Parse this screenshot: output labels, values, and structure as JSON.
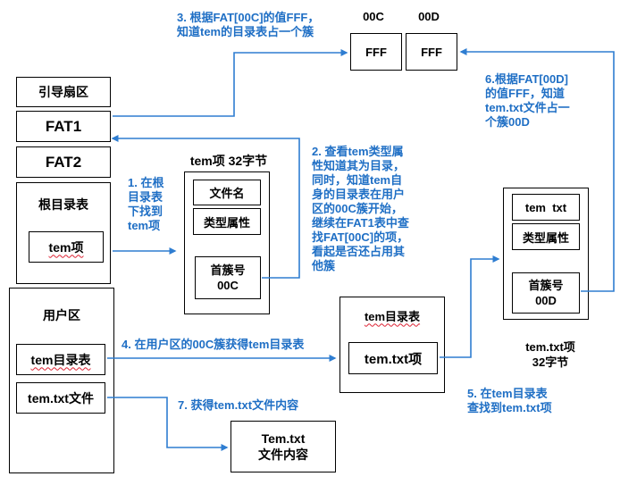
{
  "left_column": {
    "boot_sector": "引导扇区",
    "fat1": "FAT1",
    "fat2": "FAT2",
    "root_dir_title": "根目录表",
    "root_dir_item": "tem项"
  },
  "user_area": {
    "title": "用户区",
    "tem_dir": "tem目录表",
    "tem_txt_file": "tem.txt文件"
  },
  "tem_entry": {
    "caption": "tem项  32字节",
    "file_name": "文件名",
    "type_attr": "类型属性",
    "first_cluster_line1": "首簇号",
    "first_cluster_line2": "00C"
  },
  "fat_cells": {
    "label_00c": "00C",
    "label_00d": "00D",
    "value_00c": "FFF",
    "value_00d": "FFF"
  },
  "tem_dir_table": {
    "title": "tem目录表",
    "item": "tem.txt项"
  },
  "tem_txt_entry": {
    "name": "tem  txt",
    "type_attr": "类型属性",
    "first_cluster_line1": "首簇号",
    "first_cluster_line2": "00D",
    "caption_line1": "tem.txt项",
    "caption_line2": "32字节"
  },
  "content_box": {
    "line1": "Tem.txt",
    "line2": "文件内容"
  },
  "annotations": {
    "step1": [
      "1. 在根",
      "目录表",
      "下找到",
      "tem项"
    ],
    "step2": [
      "2. 查看tem类型属",
      "性知道其为目录，",
      "同时，知道tem自",
      "身的目录表在用户",
      "区的00C簇开始，",
      "继续在FAT1表中查",
      "找FAT[00C]的项，",
      "看起是否还占用其",
      "他簇"
    ],
    "step3": [
      "3. 根据FAT[00C]的值FFF，",
      "知道tem的目录表占一个簇"
    ],
    "step4": "4. 在用户区的00C簇获得tem目录表",
    "step5": [
      "5. 在tem目录表",
      "查找到tem.txt项"
    ],
    "step6": [
      "6.根据FAT[00D]",
      "的值FFF，知道",
      "tem.txt文件占一",
      "个簇00D"
    ],
    "step7": "7. 获得tem.txt文件内容"
  },
  "colors": {
    "arrow": "#2e7dd1",
    "annotation": "#1f6fc5",
    "border": "#000000"
  }
}
